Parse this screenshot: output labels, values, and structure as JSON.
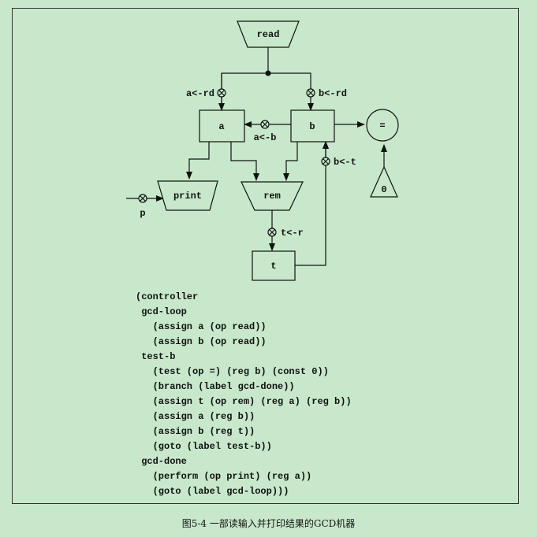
{
  "diagram": {
    "registers": {
      "a": "a",
      "b": "b",
      "t": "t"
    },
    "operations": {
      "read": "read",
      "print": "print",
      "rem": "rem",
      "eq": "=",
      "const_zero": "0"
    },
    "buttons": {
      "a_rd": "a<-rd",
      "b_rd": "b<-rd",
      "a_b": "a<-b",
      "b_t": "b<-t",
      "t_r": "t<-r",
      "p": "p"
    }
  },
  "code": {
    "lines": [
      "(controller",
      " gcd-loop",
      "   (assign a (op read))",
      "   (assign b (op read))",
      " test-b",
      "   (test (op =) (reg b) (const 0))",
      "   (branch (label gcd-done))",
      "   (assign t (op rem) (reg a) (reg b))",
      "   (assign a (reg b))",
      "   (assign b (reg t))",
      "   (goto (label test-b))",
      " gcd-done",
      "   (perform (op print) (reg a))",
      "   (goto (label gcd-loop)))"
    ]
  },
  "caption": "图5-4   一部读输入并打印结果的GCD机器"
}
